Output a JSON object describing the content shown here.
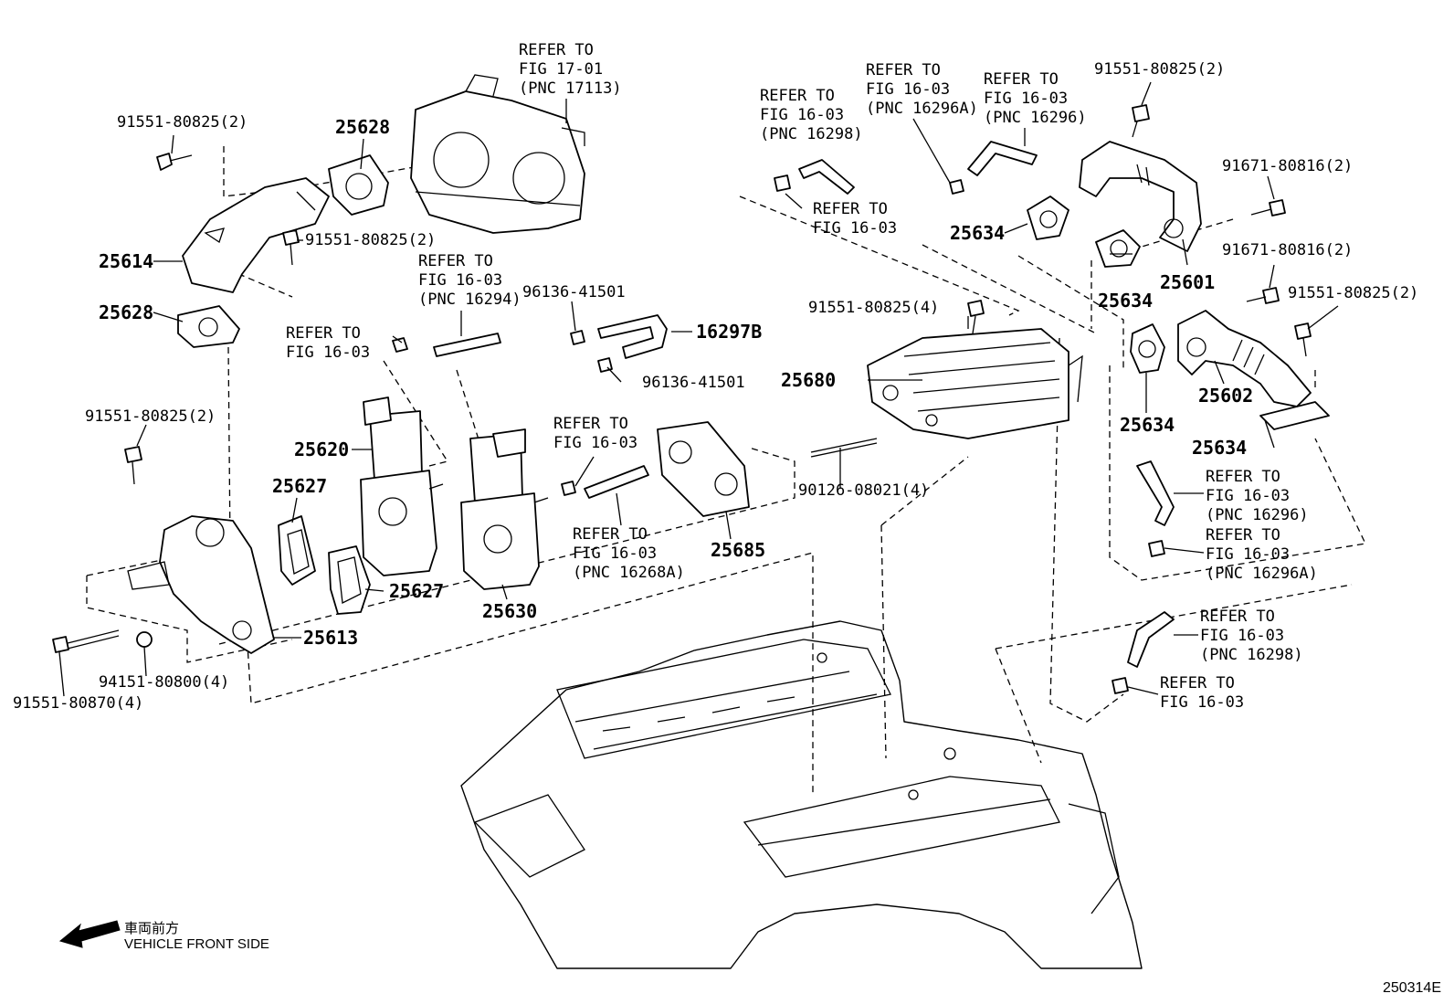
{
  "labels": {
    "ref_17113": [
      "REFER TO",
      "FIG 17-01",
      "(PNC 17113)"
    ],
    "bolt_tl": "91551-80825(2)",
    "pnc_25628_top": "25628",
    "pnc_25614": "25614",
    "bolt_mid_l": "91551-80825(2)",
    "pnc_25628_bot": "25628",
    "ref_16294": [
      "REFER TO",
      "FIG 16-03",
      "(PNC 16294)"
    ],
    "clamp_96136_top": "96136-41501",
    "ref_clamp_left": [
      "REFER TO",
      "FIG 16-03"
    ],
    "pnc_16297b": "16297B",
    "clamp_96136_bot": "96136-41501",
    "ref_16298_top": [
      "REFER TO",
      "FIG 16-03",
      "(PNC 16298)"
    ],
    "ref_clamp_top": [
      "REFER TO",
      "FIG 16-03"
    ],
    "ref_16296a_top": [
      "REFER TO",
      "FIG 16-03",
      "(PNC 16296A)"
    ],
    "ref_16296_top": [
      "REFER TO",
      "FIG 16-03",
      "(PNC 16296)"
    ],
    "bolt_tr": "91551-80825(2)",
    "bolt_91671_a": "91671-80816(2)",
    "pnc_25634_a": "25634",
    "pnc_25601": "25601",
    "pnc_25634_b": "25634",
    "bolt_91671_b": "91671-80816(2)",
    "bolt_r": "91551-80825(2)",
    "bolt_4": "91551-80825(4)",
    "pnc_25680": "25680",
    "pnc_25602": "25602",
    "pnc_25634_c": "25634",
    "pnc_25634_d": "25634",
    "bolt_left": "91551-80825(2)",
    "pnc_25620": "25620",
    "pnc_25627_a": "25627",
    "pnc_25627_b": "25627",
    "pnc_25630": "25630",
    "ref_clamp_mid": [
      "REFER TO",
      "FIG 16-03"
    ],
    "ref_16268a": [
      "REFER TO",
      "FIG 16-03",
      "(PNC 16268A)"
    ],
    "pnc_25685": "25685",
    "stud": "90126-08021(4)",
    "ref_16296_r": [
      "REFER TO",
      "FIG 16-03",
      "(PNC 16296)"
    ],
    "ref_16296a_r": [
      "REFER TO",
      "FIG 16-03",
      "(PNC 16296A)"
    ],
    "ref_16298_r": [
      "REFER TO",
      "FIG 16-03",
      "(PNC 16298)"
    ],
    "ref_clamp_r": [
      "REFER TO",
      "FIG 16-03"
    ],
    "pnc_25613": "25613",
    "nut": "94151-80800(4)",
    "bolt_long": "91551-80870(4)"
  },
  "footer": {
    "front_jp": "車両前方",
    "front_en": "VEHICLE FRONT SIDE",
    "diagram_code": "250314E"
  }
}
